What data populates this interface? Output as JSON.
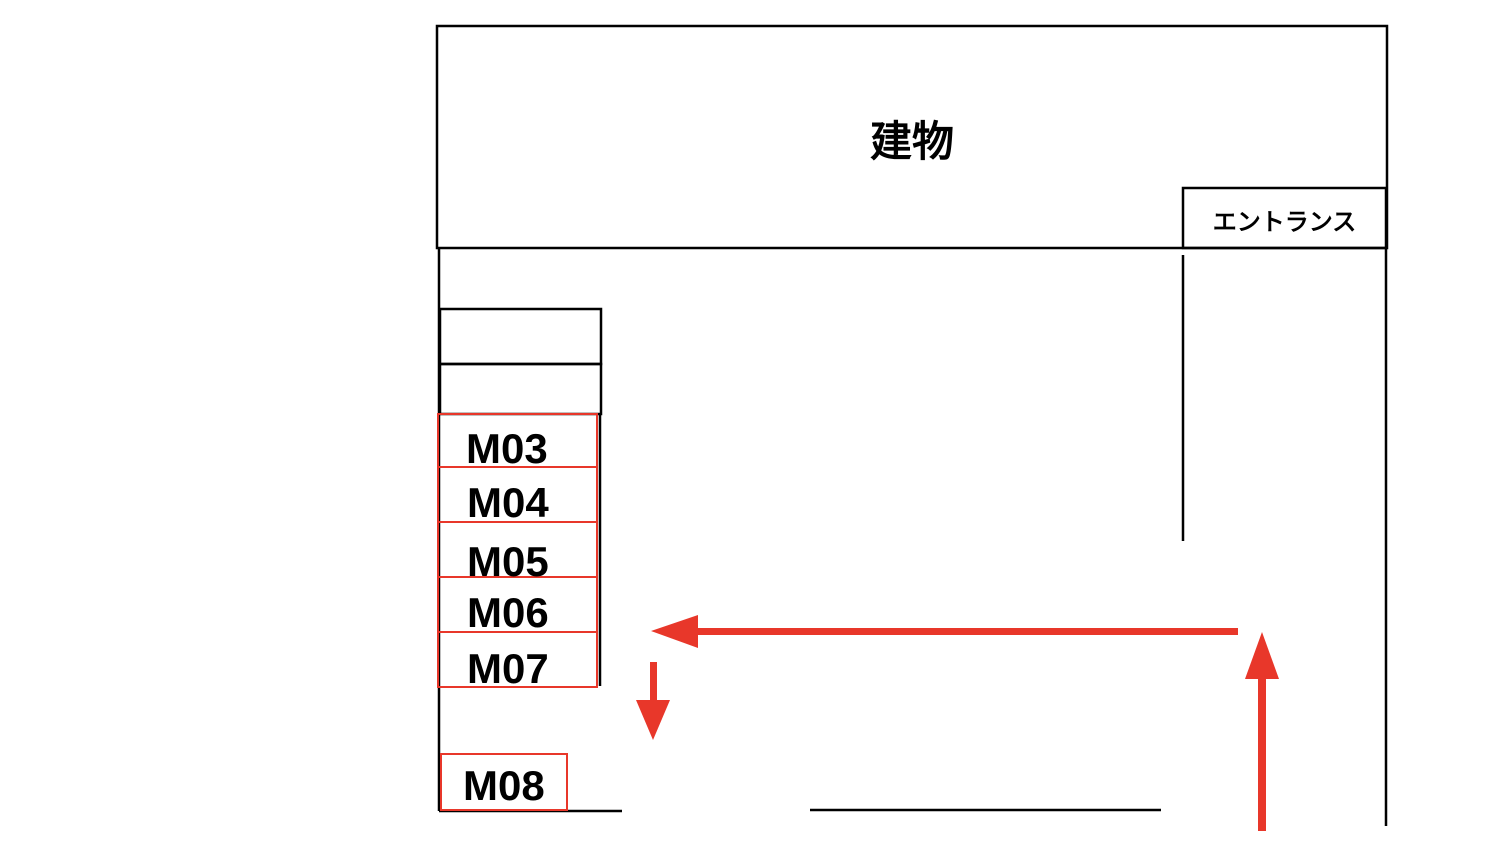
{
  "building": {
    "label": "建物"
  },
  "entrance": {
    "label": "エントランス"
  },
  "slots": [
    {
      "label": "M03"
    },
    {
      "label": "M04"
    },
    {
      "label": "M05"
    },
    {
      "label": "M06"
    },
    {
      "label": "M07"
    },
    {
      "label": "M08"
    }
  ],
  "colors": {
    "line": "#000000",
    "highlight": "#e8372a"
  }
}
